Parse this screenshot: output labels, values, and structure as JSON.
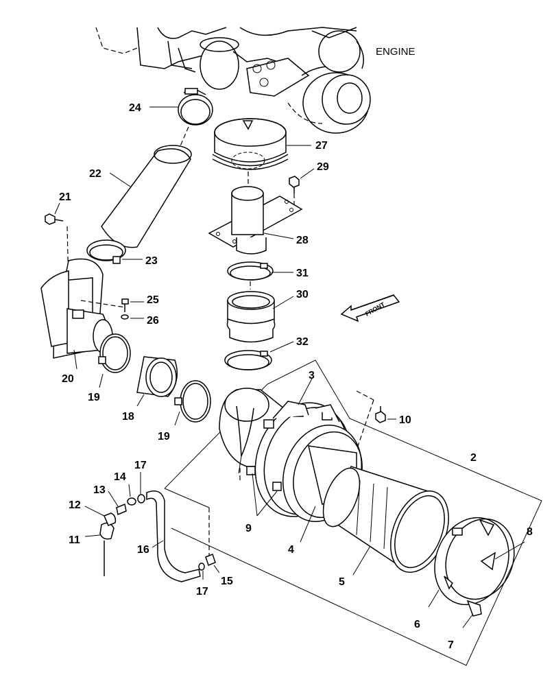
{
  "diagram": {
    "engine_label": "ENGINE",
    "front_label": "FRONT",
    "callouts": {
      "c2": "2",
      "c3": "3",
      "c4": "4",
      "c5": "5",
      "c6": "6",
      "c7": "7",
      "c8": "8",
      "c9": "9",
      "c10": "10",
      "c11": "11",
      "c12": "12",
      "c13": "13",
      "c14": "14",
      "c15": "15",
      "c16": "16",
      "c17a": "17",
      "c17b": "17",
      "c18": "18",
      "c19a": "19",
      "c19b": "19",
      "c20": "20",
      "c21": "21",
      "c22": "22",
      "c23": "23",
      "c24": "24",
      "c25": "25",
      "c26": "26",
      "c27": "27",
      "c28": "28",
      "c29": "29",
      "c30": "30",
      "c31": "31",
      "c32": "32"
    }
  }
}
